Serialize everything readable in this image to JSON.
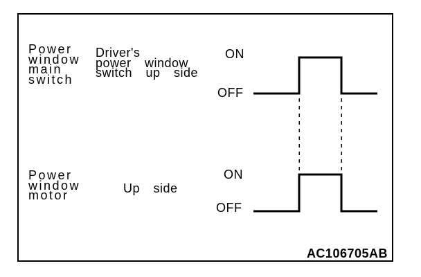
{
  "figure": {
    "code": "AC106705AB",
    "colors": {
      "ink": "#000000",
      "background": "#ffffff"
    },
    "rows": [
      {
        "component": "Power\nwindow\nmain\nswitch",
        "signal": "Driver's\npower window\nswitch up side",
        "on": "ON",
        "off": "OFF",
        "waveform": {
          "type": "pulse",
          "sequence": [
            "OFF",
            "ON",
            "OFF"
          ]
        }
      },
      {
        "component": "Power\nwindow\nmotor",
        "signal": "Up side",
        "on": "ON",
        "off": "OFF",
        "waveform": {
          "type": "pulse",
          "sequence": [
            "OFF",
            "ON",
            "OFF"
          ]
        }
      }
    ],
    "sync_lines": {
      "style": "dashed",
      "count": 2
    }
  }
}
